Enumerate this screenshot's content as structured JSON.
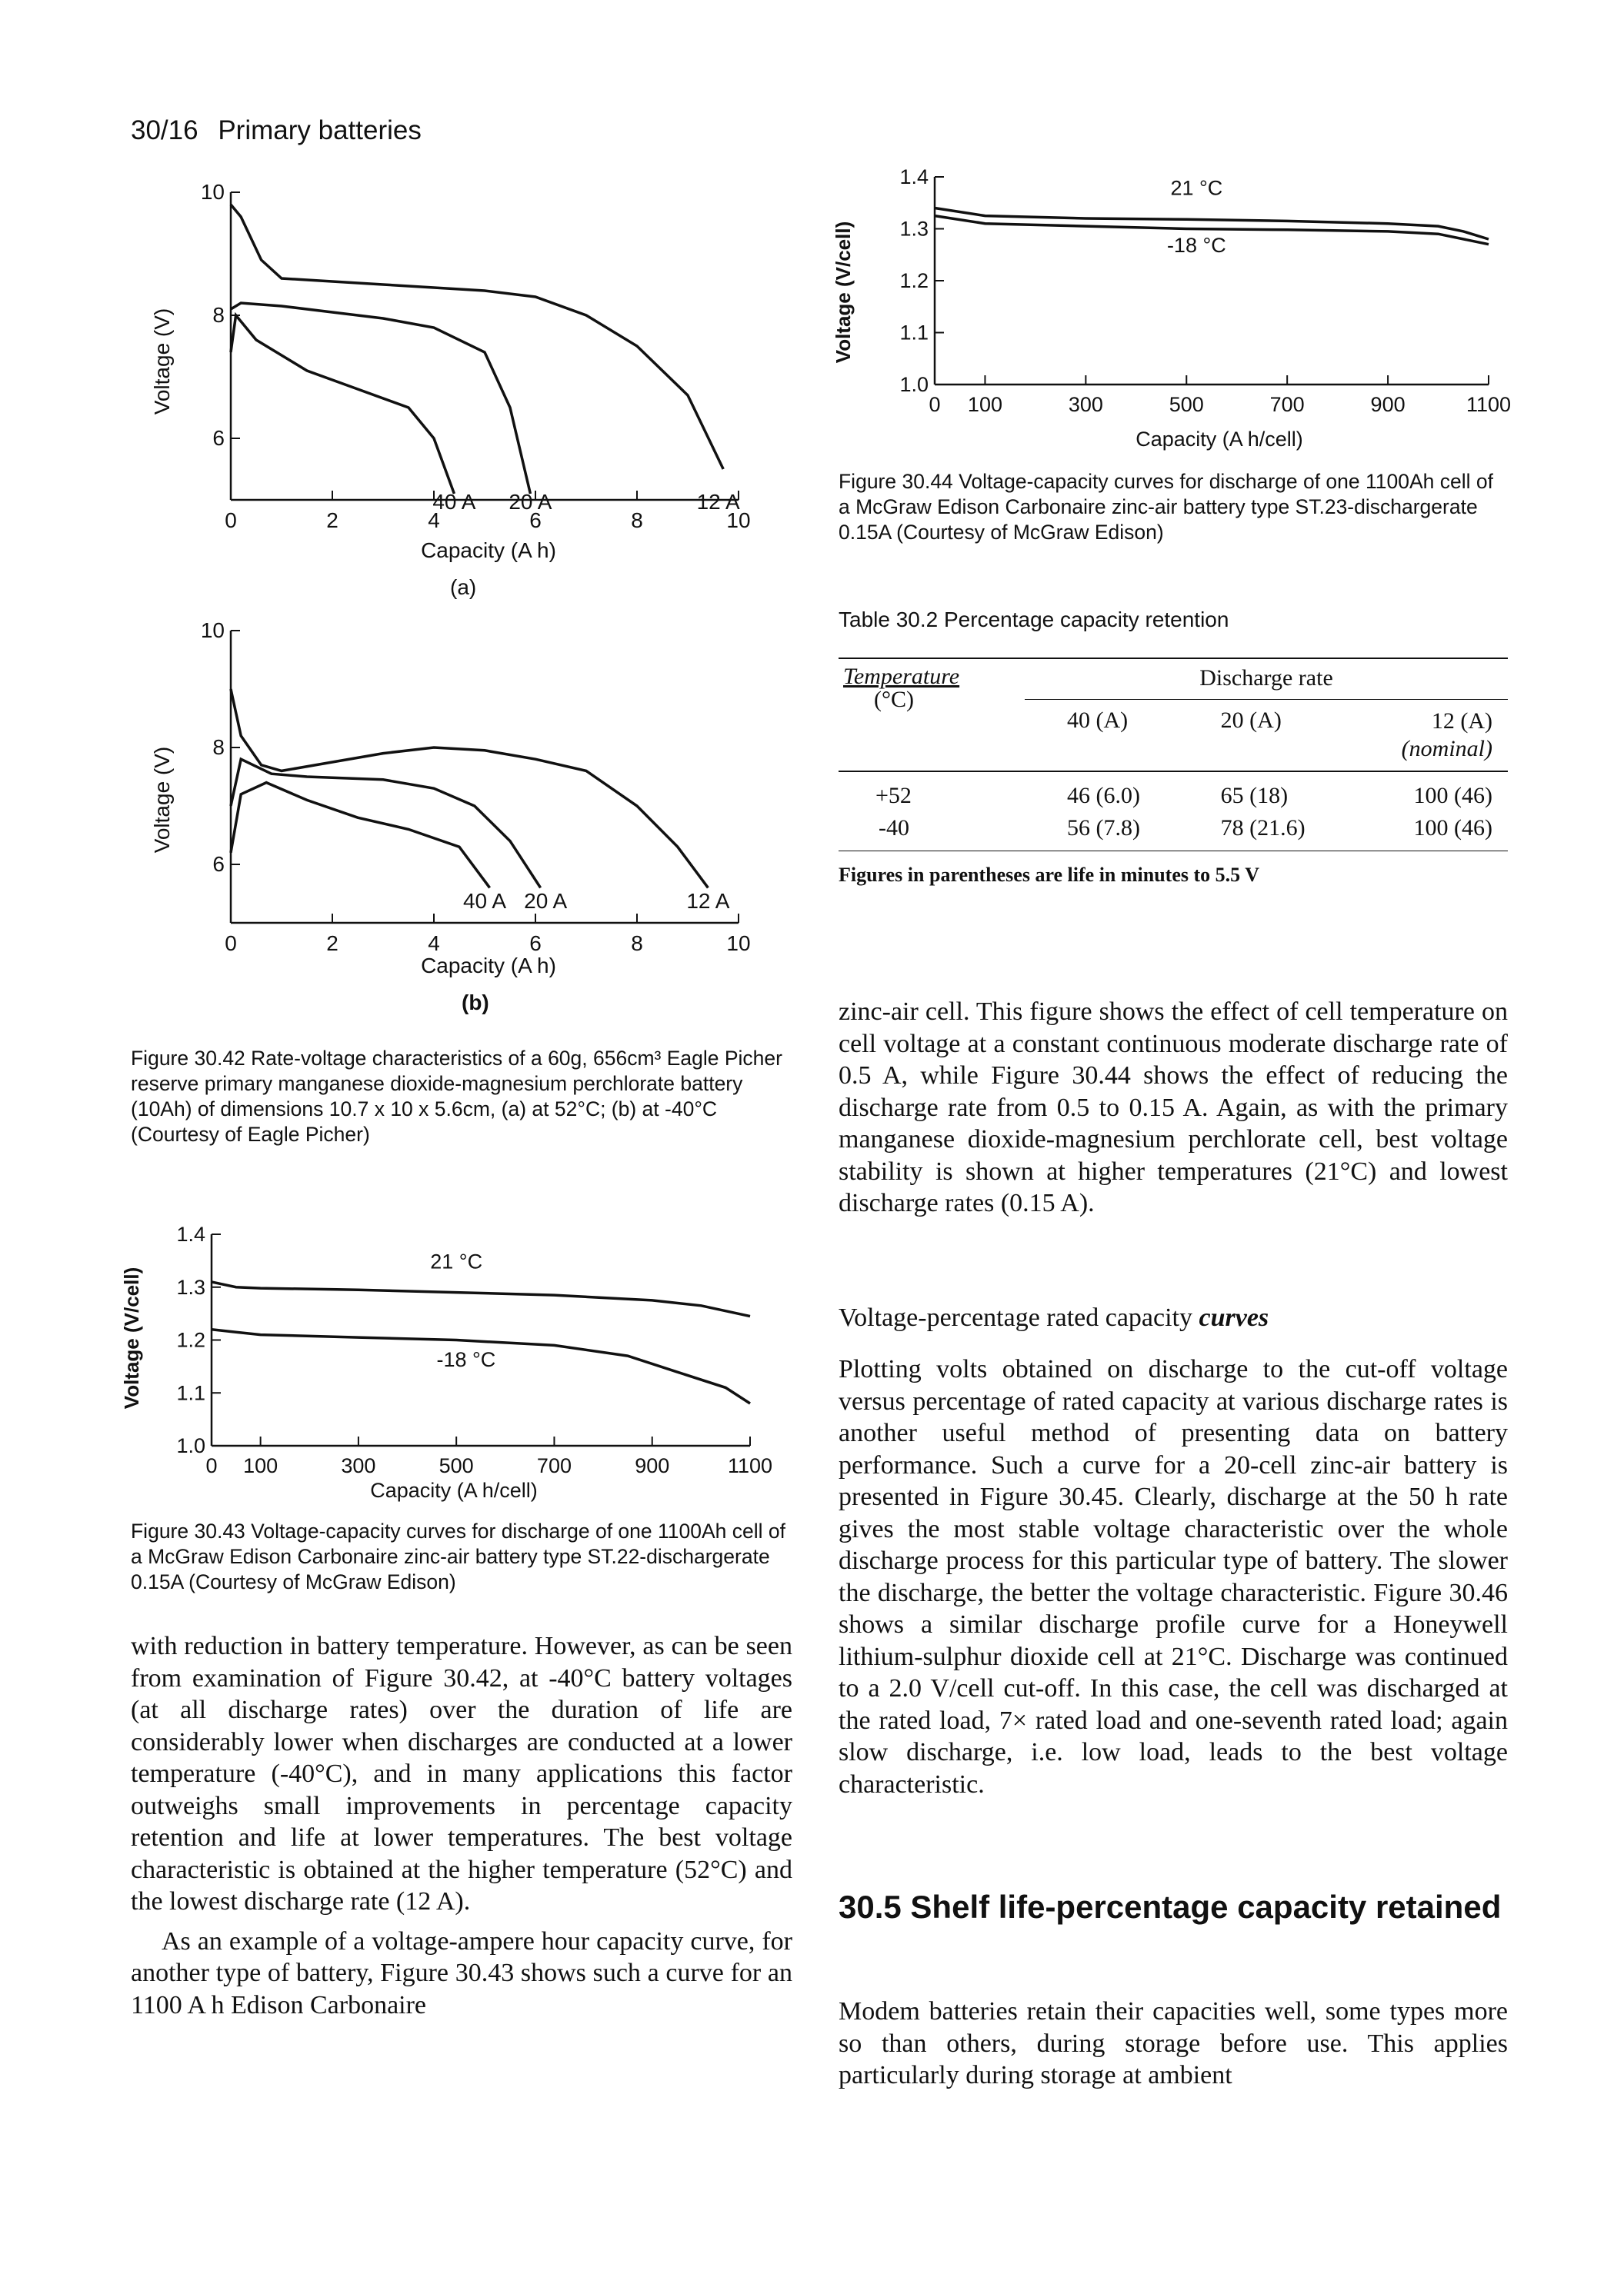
{
  "header": {
    "page_number": "30/16",
    "running_title": "Primary batteries"
  },
  "fig42": {
    "panel_a": {
      "ylabel": "Voltage (V)",
      "xlabel": "Capacity (A h)",
      "tag": "(a)",
      "y_ticks": [
        "10",
        "8",
        "6"
      ],
      "x_ticks": [
        "0",
        "2",
        "4",
        "6",
        "8",
        "10"
      ],
      "curve_labels": [
        "40 A",
        "20 A",
        "12 A"
      ]
    },
    "panel_b": {
      "ylabel": "Voltage (V)",
      "xlabel": "Capacity (A h)",
      "tag": "(b)",
      "y_ticks": [
        "10",
        "8",
        "6"
      ],
      "x_ticks": [
        "0",
        "2",
        "4",
        "6",
        "8",
        "10"
      ],
      "curve_labels": [
        "40 A",
        "20 A",
        "12 A"
      ]
    },
    "caption_label": "Figure 30.42",
    "caption_text": "Rate-voltage characteristics of a 60g, 656cm³ Eagle Picher reserve primary manganese dioxide-magnesium perchlorate battery (10Ah) of dimensions 10.7 x 10 x 5.6cm, (a) at 52°C; (b) at -40°C (Courtesy of Eagle Picher)"
  },
  "fig43": {
    "ylabel": "Voltage (V/cell)",
    "xlabel": "Capacity (A h/cell)",
    "y_ticks": [
      "1.4",
      "1.3",
      "1.2",
      "1.1",
      "1.0"
    ],
    "x_ticks": [
      "0",
      "100",
      "300",
      "500",
      "700",
      "900",
      "1100"
    ],
    "curve_labels": [
      "21 °C",
      "-18 °C"
    ],
    "caption_label": "Figure 30.43",
    "caption_text": "Voltage-capacity curves for discharge of one 1100Ah cell of a McGraw Edison Carbonaire zinc-air battery type ST.22-dischargerate 0.15A (Courtesy of McGraw Edison)"
  },
  "fig44": {
    "ylabel": "Voltage (V/cell)",
    "xlabel": "Capacity (A h/cell)",
    "y_ticks": [
      "1.4",
      "1.3",
      "1.2",
      "1.1",
      "1.0"
    ],
    "x_ticks": [
      "0",
      "100",
      "300",
      "500",
      "700",
      "900",
      "1100"
    ],
    "curve_labels": [
      "21 °C",
      "-18 °C"
    ],
    "caption_label": "Figure 30.44",
    "caption_text": "Voltage-capacity curves for discharge of one 1100Ah cell of a McGraw Edison Carbonaire zinc-air battery type ST.23-dischargerate 0.15A (Courtesy of McGraw Edison)"
  },
  "chart_data": [
    {
      "type": "line",
      "id": "fig42a",
      "xlabel": "Capacity (A h)",
      "ylabel": "Voltage (V)",
      "xlim": [
        0,
        10
      ],
      "ylim": [
        5,
        10
      ],
      "series": [
        {
          "name": "40 A",
          "x": [
            0,
            0.1,
            0.5,
            1.5,
            2.5,
            3.5,
            4.0,
            4.4
          ],
          "y": [
            7.4,
            8.0,
            7.6,
            7.1,
            6.8,
            6.5,
            6.0,
            5.1
          ]
        },
        {
          "name": "20 A",
          "x": [
            0,
            0.2,
            1,
            2,
            3,
            4,
            5,
            5.5,
            5.9
          ],
          "y": [
            8.1,
            8.2,
            8.15,
            8.05,
            7.95,
            7.8,
            7.4,
            6.5,
            5.1
          ]
        },
        {
          "name": "12 A",
          "x": [
            0,
            0.2,
            0.6,
            1,
            2,
            3,
            4,
            5,
            6,
            7,
            8,
            9,
            9.7
          ],
          "y": [
            9.8,
            9.6,
            8.9,
            8.6,
            8.55,
            8.5,
            8.45,
            8.4,
            8.3,
            8.0,
            7.5,
            6.7,
            5.5
          ]
        }
      ]
    },
    {
      "type": "line",
      "id": "fig42b",
      "xlabel": "Capacity (A h)",
      "ylabel": "Voltage (V)",
      "xlim": [
        0,
        10
      ],
      "ylim": [
        5,
        10
      ],
      "series": [
        {
          "name": "40 A",
          "x": [
            0,
            0.2,
            0.7,
            1.5,
            2.5,
            3.5,
            4.5,
            5.1
          ],
          "y": [
            6.2,
            7.2,
            7.4,
            7.1,
            6.8,
            6.6,
            6.3,
            5.6
          ]
        },
        {
          "name": "20 A",
          "x": [
            0,
            0.2,
            0.8,
            1.5,
            3,
            4,
            4.8,
            5.5,
            6.1
          ],
          "y": [
            7.0,
            7.8,
            7.55,
            7.5,
            7.45,
            7.3,
            7.0,
            6.4,
            5.6
          ]
        },
        {
          "name": "12 A",
          "x": [
            0,
            0.2,
            0.6,
            1,
            2,
            3,
            4,
            5,
            6,
            7,
            8,
            8.8,
            9.4
          ],
          "y": [
            9.0,
            8.2,
            7.7,
            7.6,
            7.75,
            7.9,
            8.0,
            7.95,
            7.8,
            7.6,
            7.0,
            6.3,
            5.6
          ]
        }
      ]
    },
    {
      "type": "line",
      "id": "fig43",
      "xlabel": "Capacity (A h/cell)",
      "ylabel": "Voltage (V/cell)",
      "xlim": [
        0,
        1100
      ],
      "ylim": [
        1.0,
        1.4
      ],
      "series": [
        {
          "name": "21 °C",
          "x": [
            0,
            50,
            100,
            300,
            500,
            700,
            900,
            1000,
            1100
          ],
          "y": [
            1.31,
            1.3,
            1.298,
            1.295,
            1.29,
            1.285,
            1.275,
            1.265,
            1.245
          ]
        },
        {
          "name": "-18 °C",
          "x": [
            0,
            50,
            100,
            300,
            500,
            700,
            850,
            950,
            1050,
            1100
          ],
          "y": [
            1.22,
            1.215,
            1.21,
            1.205,
            1.2,
            1.19,
            1.17,
            1.14,
            1.11,
            1.08
          ]
        }
      ]
    },
    {
      "type": "line",
      "id": "fig44",
      "xlabel": "Capacity (A h/cell)",
      "ylabel": "Voltage (V/cell)",
      "xlim": [
        0,
        1100
      ],
      "ylim": [
        1.0,
        1.4
      ],
      "series": [
        {
          "name": "21 °C",
          "x": [
            0,
            100,
            300,
            500,
            700,
            900,
            1000,
            1050,
            1100
          ],
          "y": [
            1.34,
            1.325,
            1.32,
            1.318,
            1.315,
            1.31,
            1.305,
            1.295,
            1.28
          ]
        },
        {
          "name": "-18 °C",
          "x": [
            0,
            100,
            300,
            500,
            700,
            900,
            1000,
            1100
          ],
          "y": [
            1.325,
            1.31,
            1.305,
            1.3,
            1.298,
            1.295,
            1.29,
            1.27
          ]
        }
      ]
    }
  ],
  "table": {
    "title_label": "Table 30.2",
    "title_text": "Percentage capacity retention",
    "col_temp": "Temperature",
    "col_temp_unit": "(°C)",
    "col_group": "Discharge rate",
    "sub_cols": [
      "40 (A)",
      "20 (A)",
      "12 (A)"
    ],
    "nominal": "(nominal)",
    "rows": [
      [
        "+52",
        "46 (6.0)",
        "65 (18)",
        "100 (46)"
      ],
      [
        "-40",
        "56 (7.8)",
        "78 (21.6)",
        "100 (46)"
      ]
    ],
    "footnote": "Figures in parentheses are life in minutes to 5.5 V"
  },
  "left_text": {
    "p1": "with reduction in battery temperature. However, as can be seen from examination of Figure 30.42, at -40°C battery voltages (at all discharge rates) over the duration of life are considerably lower when discharges are conducted at a lower temperature (-40°C), and in many applications this factor outweighs small improvements in percentage capacity retention and life at lower temperatures. The best voltage characteristic is obtained at the higher temperature (52°C) and the lowest discharge rate (12 A).",
    "p2": "As an example of a voltage-ampere hour capacity curve, for another type of battery, Figure 30.43 shows such a curve for an 1100 A h Edison Carbonaire"
  },
  "right_text": {
    "p1": "zinc-air cell. This figure shows the effect of cell temperature on cell voltage at a constant continuous moderate discharge rate of 0.5 A, while Figure 30.44 shows the effect of reducing the discharge rate from 0.5 to 0.15 A. Again, as with the primary manganese dioxide-magnesium perchlorate cell, best voltage stability is shown at higher temperatures (21°C) and lowest discharge rates (0.15 A).",
    "subhead_plain": "Voltage-percentage rated capacity",
    "subhead_em": "curves",
    "p2": "Plotting volts obtained on discharge to the cut-off voltage versus percentage of rated capacity at various discharge rates is another useful method of presenting data on battery performance. Such a curve for a 20-cell zinc-air battery is presented in Figure 30.45. Clearly, discharge at the 50 h rate gives the most stable voltage characteristic over the whole discharge process for this particular type of battery. The slower the discharge, the better the voltage characteristic. Figure 30.46 shows a similar discharge profile curve for a Honeywell lithium-sulphur dioxide cell at 21°C. Discharge was continued to a 2.0 V/cell cut-off. In this case, the cell was discharged at the rated load, 7× rated load and one-seventh rated load; again slow discharge, i.e. low load, leads to the best voltage characteristic.",
    "section_title": "30.5 Shelf life-percentage capacity retained",
    "p3": "Modem batteries retain their capacities well, some types more so than others, during storage before use. This applies particularly during storage at ambient"
  }
}
